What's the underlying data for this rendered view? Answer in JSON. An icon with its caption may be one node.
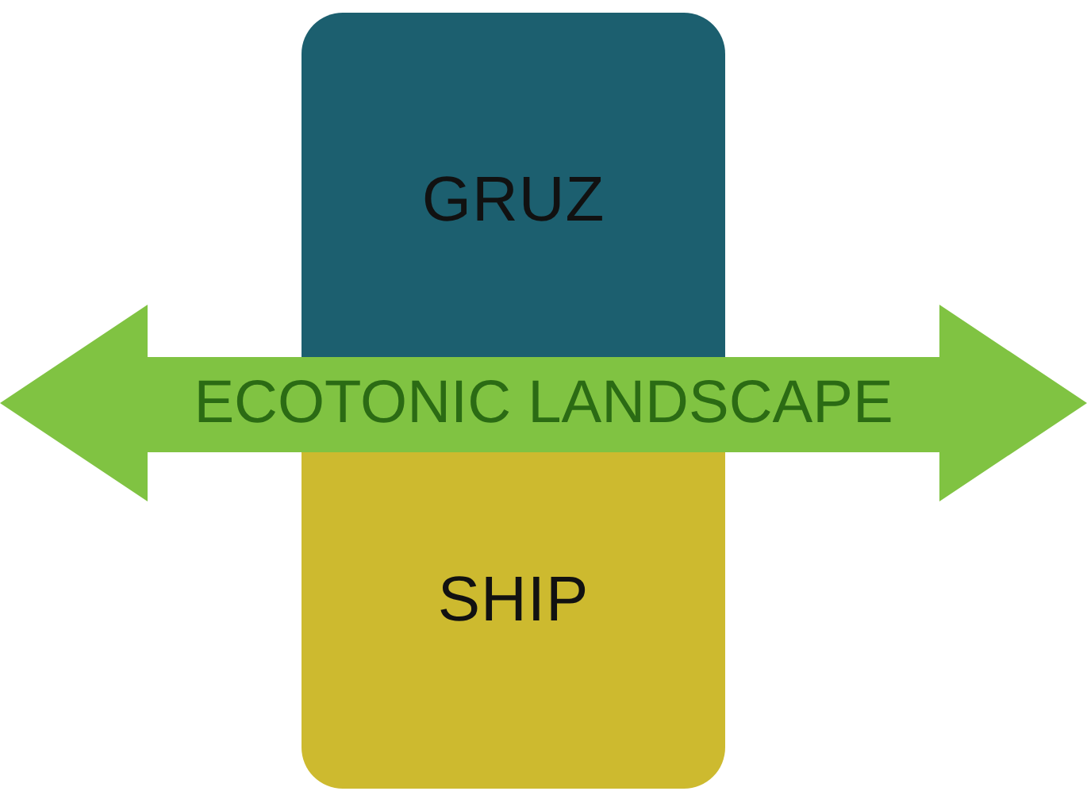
{
  "diagram": {
    "nodes": [
      {
        "text": [
          "GRUZ"
        ]
      },
      {
        "text": [
          "SHIP"
        ]
      },
      {
        "text": [
          "ECOTONIC LANDSCAPE"
        ]
      }
    ]
  }
}
